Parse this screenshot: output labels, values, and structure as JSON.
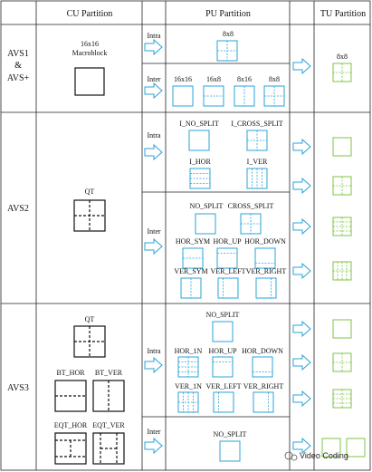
{
  "headers": {
    "cu": "CU Partition",
    "pu": "PU Partition",
    "tu": "TU Partition"
  },
  "rows": {
    "avs1": {
      "label_line1": "AVS1",
      "label_line2": "&",
      "label_line3": "AVS+",
      "cu_line1": "16x16",
      "cu_line2": "Macroblock",
      "intra": "Intra",
      "inter": "Inter",
      "pu_intra": [
        "8x8"
      ],
      "pu_inter": [
        "16x16",
        "16x8",
        "8x16",
        "8x8"
      ],
      "tu": [
        "8x8"
      ]
    },
    "avs2": {
      "label": "AVS2",
      "cu": [
        "QT"
      ],
      "intra": "Intra",
      "inter": "Inter",
      "pu_intra": [
        "I_NO_SPLIT",
        "I_CROSS_SPLIT",
        "I_HOR",
        "I_VER"
      ],
      "pu_inter": [
        "NO_SPLIT",
        "CROSS_SPLIT",
        "HOR_SYM",
        "HOR_UP",
        "HOR_DOWN",
        "VER_SYM",
        "VER_LEFT",
        "VER_RIGHT"
      ]
    },
    "avs3": {
      "label": "AVS3",
      "cu": [
        "QT",
        "BT_HOR",
        "BT_VER",
        "EQT_HOR",
        "EQT_VER"
      ],
      "intra": "Intra",
      "inter": "Inter",
      "pu_intra": [
        "NO_SPLIT",
        "HOR_1N",
        "HOR_UP",
        "HOR_DOWN",
        "VER_1N",
        "VER_LEFT",
        "VER_RIGHT"
      ],
      "pu_inter": [
        "NO_SPLIT"
      ]
    }
  },
  "watermark": "Video Coding",
  "colors": {
    "pu_stroke": "#29a3d8",
    "tu_stroke": "#7cc443",
    "arrow_stroke": "#29a3d8",
    "grid": "#222222"
  }
}
